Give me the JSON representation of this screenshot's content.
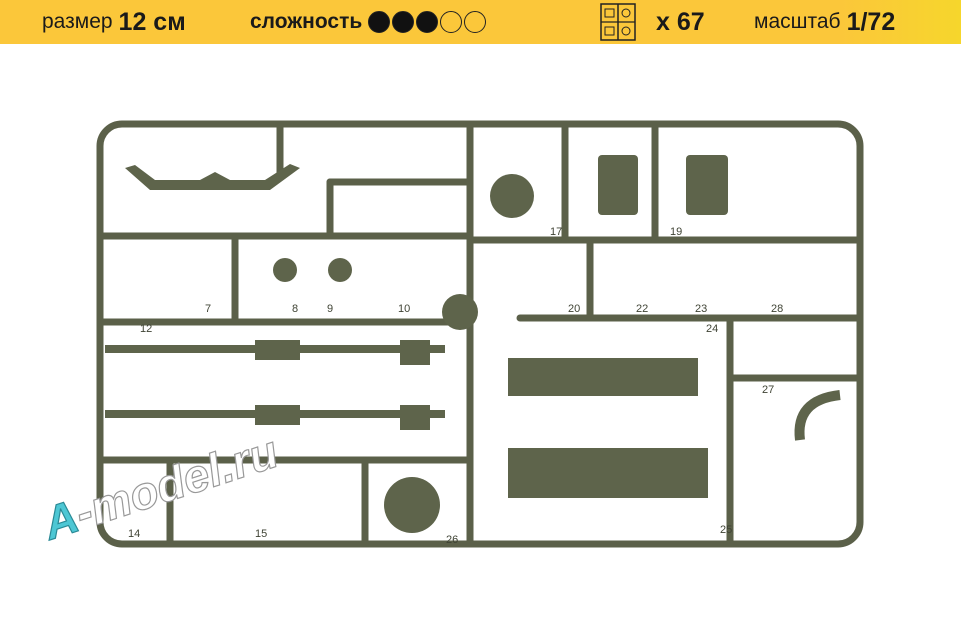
{
  "header": {
    "size_label": "размер",
    "size_value": "12 см",
    "difficulty_label": "сложность",
    "difficulty": {
      "filled": 3,
      "total": 5
    },
    "parts_icon": "sprue-icon",
    "parts_count": "x 67",
    "scale_label": "масштаб",
    "scale_value": "1/72"
  },
  "photo": {
    "watermark": "A-model.ru",
    "part_numbers": [
      "12",
      "14",
      "15",
      "17",
      "19",
      "20",
      "22",
      "23",
      "24",
      "25",
      "26",
      "27",
      "28",
      "7",
      "8",
      "9",
      "10"
    ],
    "colors": {
      "sprue": "#5b6049",
      "header": "#fbc73a"
    }
  }
}
